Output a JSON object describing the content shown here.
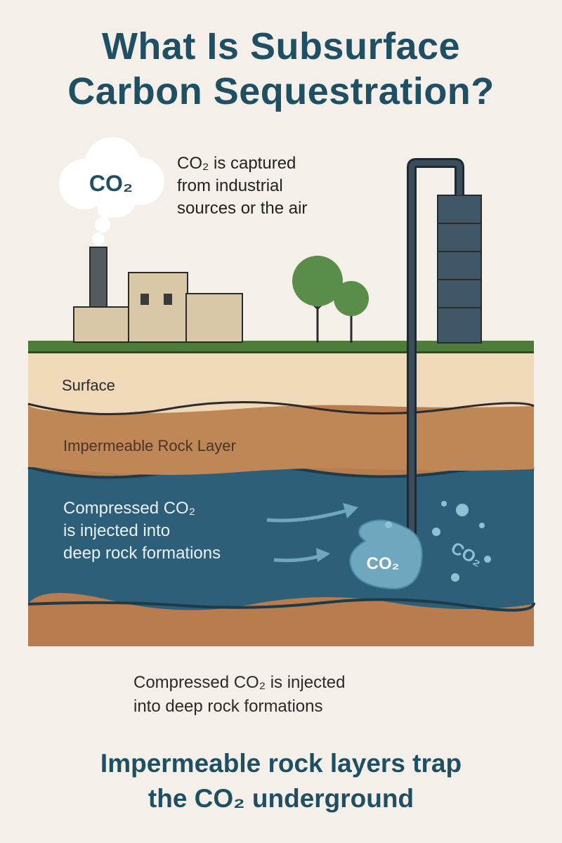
{
  "title": {
    "line1": "What Is Subsurface",
    "line2": "Carbon Sequestration?"
  },
  "capture": {
    "cloud_label": "CO₂",
    "text": [
      "CO₂ is captured",
      "from industrial",
      "sources or the air"
    ]
  },
  "layers": {
    "surface": "Surface",
    "impermeable": "Impermeable Rock Layer"
  },
  "injection": {
    "text": [
      "Compressed CO₂",
      "is injected into",
      "deep rock formations"
    ],
    "blob_label": "CO₂",
    "bubble_label": "CO₂"
  },
  "caption": {
    "line1": "Compressed CO₂ is injected",
    "line2": "into deep rock formations"
  },
  "conclusion": {
    "line1": "Impermeable rock layers trap",
    "line2": "the CO₂ underground"
  },
  "colors": {
    "title": "#1f4f63",
    "grass": "#4e7d3a",
    "surface_layer": "#efd9b8",
    "rock_layer": "#bf8656",
    "reservoir": "#2d5f79",
    "pipe": "#2f3d48",
    "co2_blob": "#6fa7bf"
  }
}
